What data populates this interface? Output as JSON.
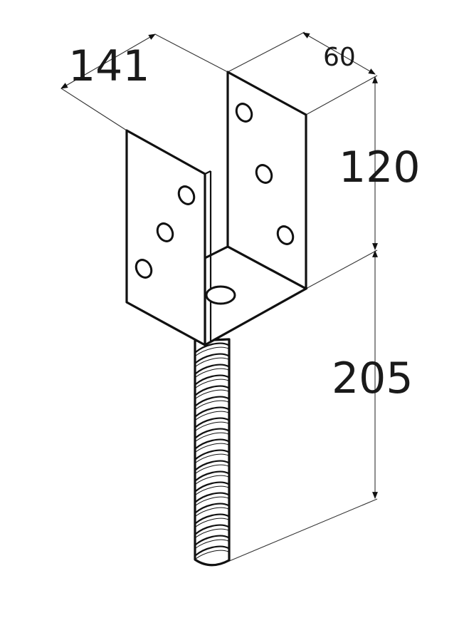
{
  "dimensions": {
    "width_label": "141",
    "depth_label": "60",
    "bracket_height_label": "120",
    "anchor_length_label": "205"
  },
  "colors": {
    "line": "#111111",
    "background": "#ffffff"
  }
}
